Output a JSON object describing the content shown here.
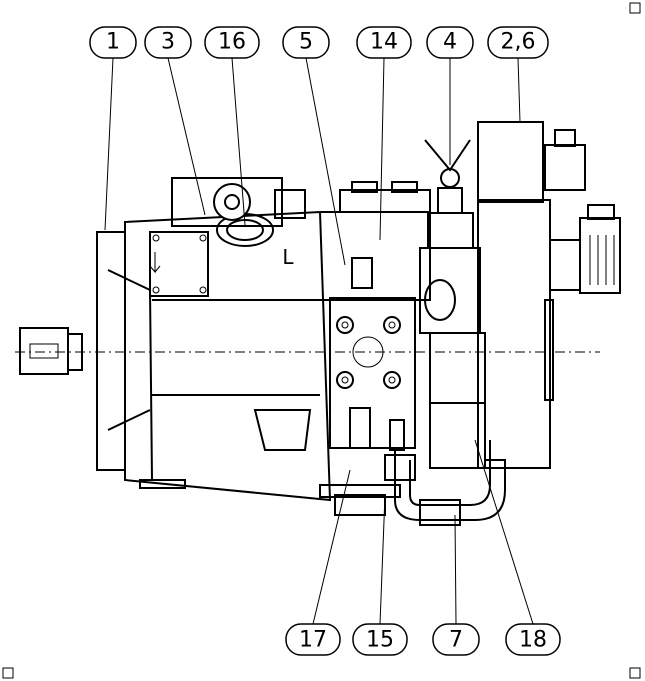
{
  "title": "Hydraulic pump assembly drawing",
  "callouts_top": [
    "1",
    "3",
    "16",
    "5",
    "14",
    "4",
    "2,6"
  ],
  "callouts_bottom": [
    "17",
    "15",
    "7",
    "18"
  ],
  "port_label": "L",
  "colors": {
    "line": "#000000",
    "background": "#ffffff"
  }
}
